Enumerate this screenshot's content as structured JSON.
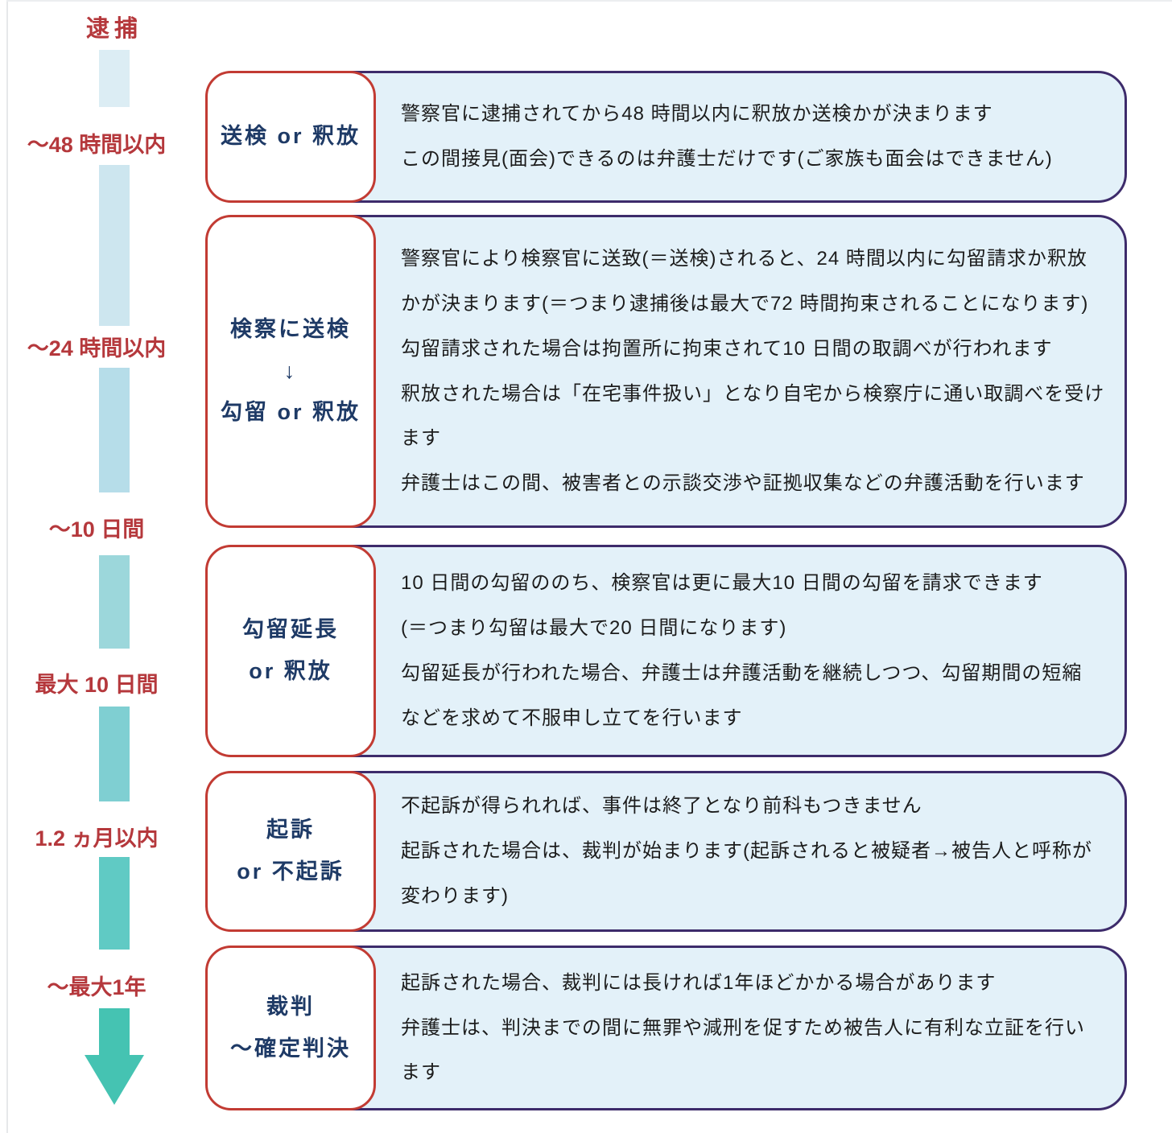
{
  "start_label": "逮捕",
  "time_labels": [
    "～48 時間以内",
    "～24 時間以内",
    "～10 日間",
    "最大 10 日間",
    "1.2 ヵ月以内",
    "～最大1年"
  ],
  "stages": [
    {
      "title_lines": [
        "送検 or 釈放"
      ],
      "description_lines": [
        "警察官に逮捕されてから48 時間以内に釈放か送検かが決まります",
        "この間接見(面会)できるのは弁護士だけです(ご家族も面会はできません)"
      ]
    },
    {
      "title_lines": [
        "検察に送検",
        "↓",
        "勾留 or 釈放"
      ],
      "description_lines": [
        "警察官により検察官に送致(＝送検)されると、24 時間以内に勾留請求か釈放",
        "かが決まります(＝つまり逮捕後は最大で72 時間拘束されることになります)",
        "勾留請求された場合は拘置所に拘束されて10 日間の取調べが行われます",
        "釈放された場合は「在宅事件扱い」となり自宅から検察庁に通い取調べを受け",
        "ます",
        "弁護士はこの間、被害者との示談交渉や証拠収集などの弁護活動を行います"
      ]
    },
    {
      "title_lines": [
        "勾留延長",
        "or 釈放"
      ],
      "description_lines": [
        "10 日間の勾留ののち、検察官は更に最大10 日間の勾留を請求できます",
        "(＝つまり勾留は最大で20 日間になります)",
        "勾留延長が行われた場合、弁護士は弁護活動を継続しつつ、勾留期間の短縮",
        "などを求めて不服申し立てを行います"
      ]
    },
    {
      "title_lines": [
        "起訴",
        "or 不起訴"
      ],
      "description_lines": [
        "不起訴が得られれば、事件は終了となり前科もつきません",
        "起訴された場合は、裁判が始まります(起訴されると被疑者→被告人と呼称が",
        "変わります)"
      ]
    },
    {
      "title_lines": [
        "裁判",
        "～確定判決"
      ],
      "description_lines": [
        "起訴された場合、裁判には長ければ1年ほどかかる場合があります",
        "弁護士は、判決までの間に無罪や減刑を促すため被告人に有利な立証を行い",
        "ます"
      ]
    }
  ],
  "arrow": {
    "segment_colors": [
      "#dcedf4",
      "#cde6ef",
      "#b6dde9",
      "#9cd7db",
      "#7fcfd2",
      "#60cac4",
      "#45c3b2"
    ],
    "head_color": "#45c3b2"
  },
  "colors": {
    "time_label_red": "#b5383c",
    "stage_title_navy": "#1e3a66",
    "outer_box_border_purple": "#3d2b6b",
    "outer_box_fill_blue": "#e3f1f9",
    "inner_box_border_red": "#c23b33",
    "description_text": "#1c1c1c"
  }
}
